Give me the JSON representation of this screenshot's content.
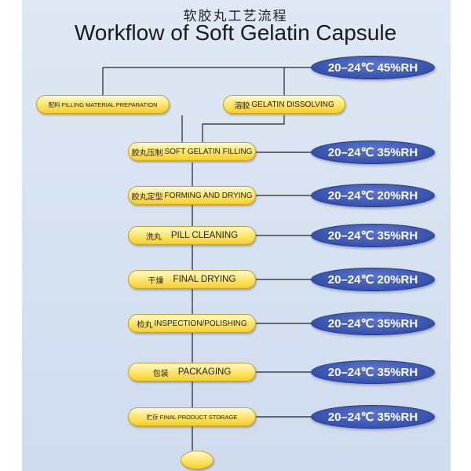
{
  "title_cn": "软胶丸工艺流程",
  "title_en": "Workflow of Soft Gelatin Capsule",
  "colors": {
    "background": "#d6e1f0",
    "step_fill": "#ffe874",
    "condition_fill": "#3b56b4",
    "line": "#222222"
  },
  "steps": [
    {
      "cn": "配料",
      "en": "FILLING MATERIAL PREPARATION"
    },
    {
      "cn": "溶胶",
      "en": "GELATIN DISSOLVING"
    },
    {
      "cn": "胶丸压制",
      "en": "SOFT GELATIN FILLING"
    },
    {
      "cn": "胶丸定型",
      "en": "FORMING AND DRYING"
    },
    {
      "cn": "洗丸",
      "en": "PILL CLEANING"
    },
    {
      "cn": "干燥",
      "en": "FINAL DRYING"
    },
    {
      "cn": "检丸",
      "en": "INSPECTION/POLISHING"
    },
    {
      "cn": "包装",
      "en": "PACKAGING"
    },
    {
      "cn": "贮存",
      "en": "FINAL PRODUCT STORAGE"
    }
  ],
  "conditions": [
    "20–24℃ 45%RH",
    "20–24℃ 35%RH",
    "20–24℃ 20%RH",
    "20–24℃ 35%RH",
    "20–24℃ 20%RH",
    "20–24℃ 35%RH",
    "20–24℃ 35%RH",
    "20–24℃ 35%RH"
  ]
}
